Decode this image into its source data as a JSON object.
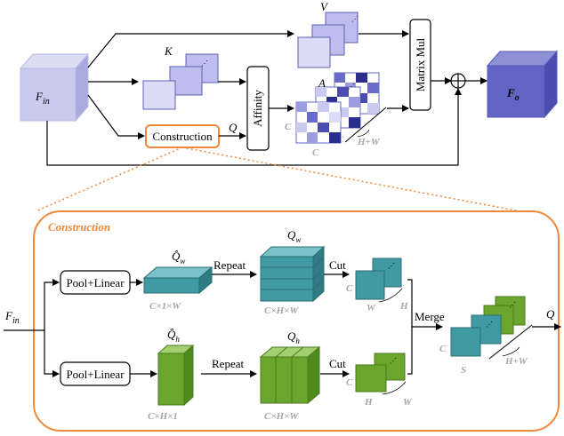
{
  "top": {
    "f_in": "F",
    "f_in_sub": "in",
    "v_label": "V",
    "k_label": "K",
    "q_label": "Q",
    "a_label": "A",
    "affinity": "Affinity",
    "construction": "Construction",
    "matrix_mul": "Matrix Mul",
    "f_o": "F",
    "f_o_sub": "o",
    "c1": "C",
    "c2": "C",
    "hw": "H+W"
  },
  "construction": {
    "title": "Construction",
    "f_in": "F",
    "f_in_sub": "in",
    "pool1": "Pool+Linear",
    "pool2": "Pool+Linear",
    "qw_hat": "Q̂",
    "qw_hat_sub": "w",
    "qh_hat": "Q̂",
    "qh_hat_sub": "h",
    "qw": "Q",
    "qw_sub": "w",
    "qh": "Q",
    "qh_sub": "h",
    "repeat1": "Repeat",
    "repeat2": "Repeat",
    "cut1": "Cut",
    "cut2": "Cut",
    "merge": "Merge",
    "q_out": "Q",
    "dim_c1w": "C×1×W",
    "dim_chw1": "C×H×W",
    "dim_ch1": "C×H×1",
    "dim_chw2": "C×H×W",
    "cut1_c": "C",
    "cut1_w": "W",
    "cut1_h": "H",
    "cut2_c": "C",
    "cut2_h": "H",
    "cut2_w": "W",
    "merge_c": "C",
    "merge_s": "S",
    "merge_hw": "H+W"
  },
  "colors": {
    "input_cube": "#c9cbee",
    "output_cube": "#6264c6",
    "teal": "#3f9aa3",
    "green": "#6aa52d",
    "orange": "#f0883a",
    "map": "#b7b8ec"
  }
}
